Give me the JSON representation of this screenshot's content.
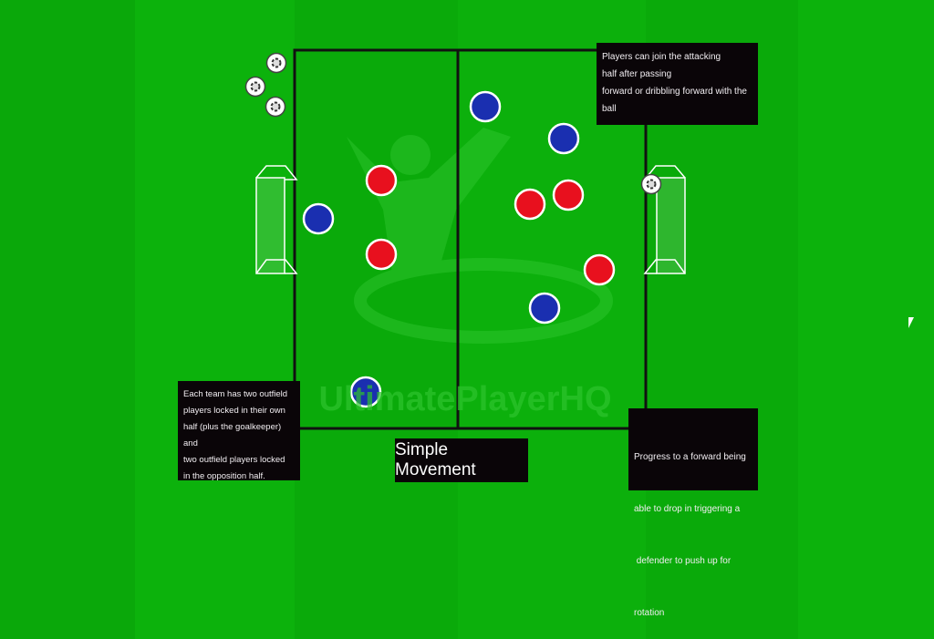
{
  "title": "Simple Movement",
  "watermark": "UltimatePlayerHQ",
  "notes": {
    "top_right": [
      "Players can join the attacking",
      "half after passing",
      "forward or dribbling forward with the",
      "ball"
    ],
    "bottom_left": [
      "Each team has two outfield",
      "players locked in their own",
      "half (plus the goalkeeper) and",
      "two outfield players locked",
      "in the opposition half."
    ],
    "bottom_right": [
      "Progress to a forward being",
      "able to drop in triggering a",
      " defender to push up for",
      "rotation"
    ]
  },
  "colors": {
    "blue_team": "#1a2fb0",
    "red_team": "#e8101e",
    "pitch": "#0cb00c"
  }
}
